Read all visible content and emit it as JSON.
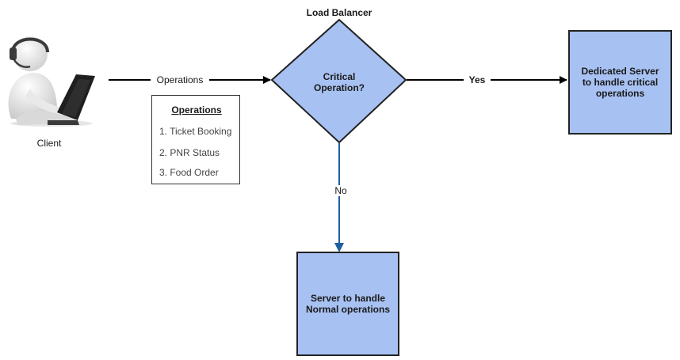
{
  "client": {
    "label": "Client",
    "icon": "person-with-headset-at-laptop-icon"
  },
  "load_balancer": {
    "title": "Load Balancer",
    "decision_line1": "Critical",
    "decision_line2": "Operation?"
  },
  "edges": {
    "client_to_lb": "Operations",
    "yes": "Yes",
    "no": "No"
  },
  "operations_note": {
    "title": "Operations",
    "items": [
      "1. Ticket Booking",
      "2. PNR Status",
      "3. Food Order"
    ]
  },
  "dedicated_server": {
    "line1": "Dedicated Server",
    "line2": "to handle critical",
    "line3": "operations"
  },
  "normal_server": {
    "line1": "Server to handle",
    "line2": "Normal operations"
  },
  "colors": {
    "shape_fill": "#a7c1f2",
    "shape_stroke": "#222222",
    "no_arrow": "#1d5fa3",
    "arrow": "#000000"
  }
}
